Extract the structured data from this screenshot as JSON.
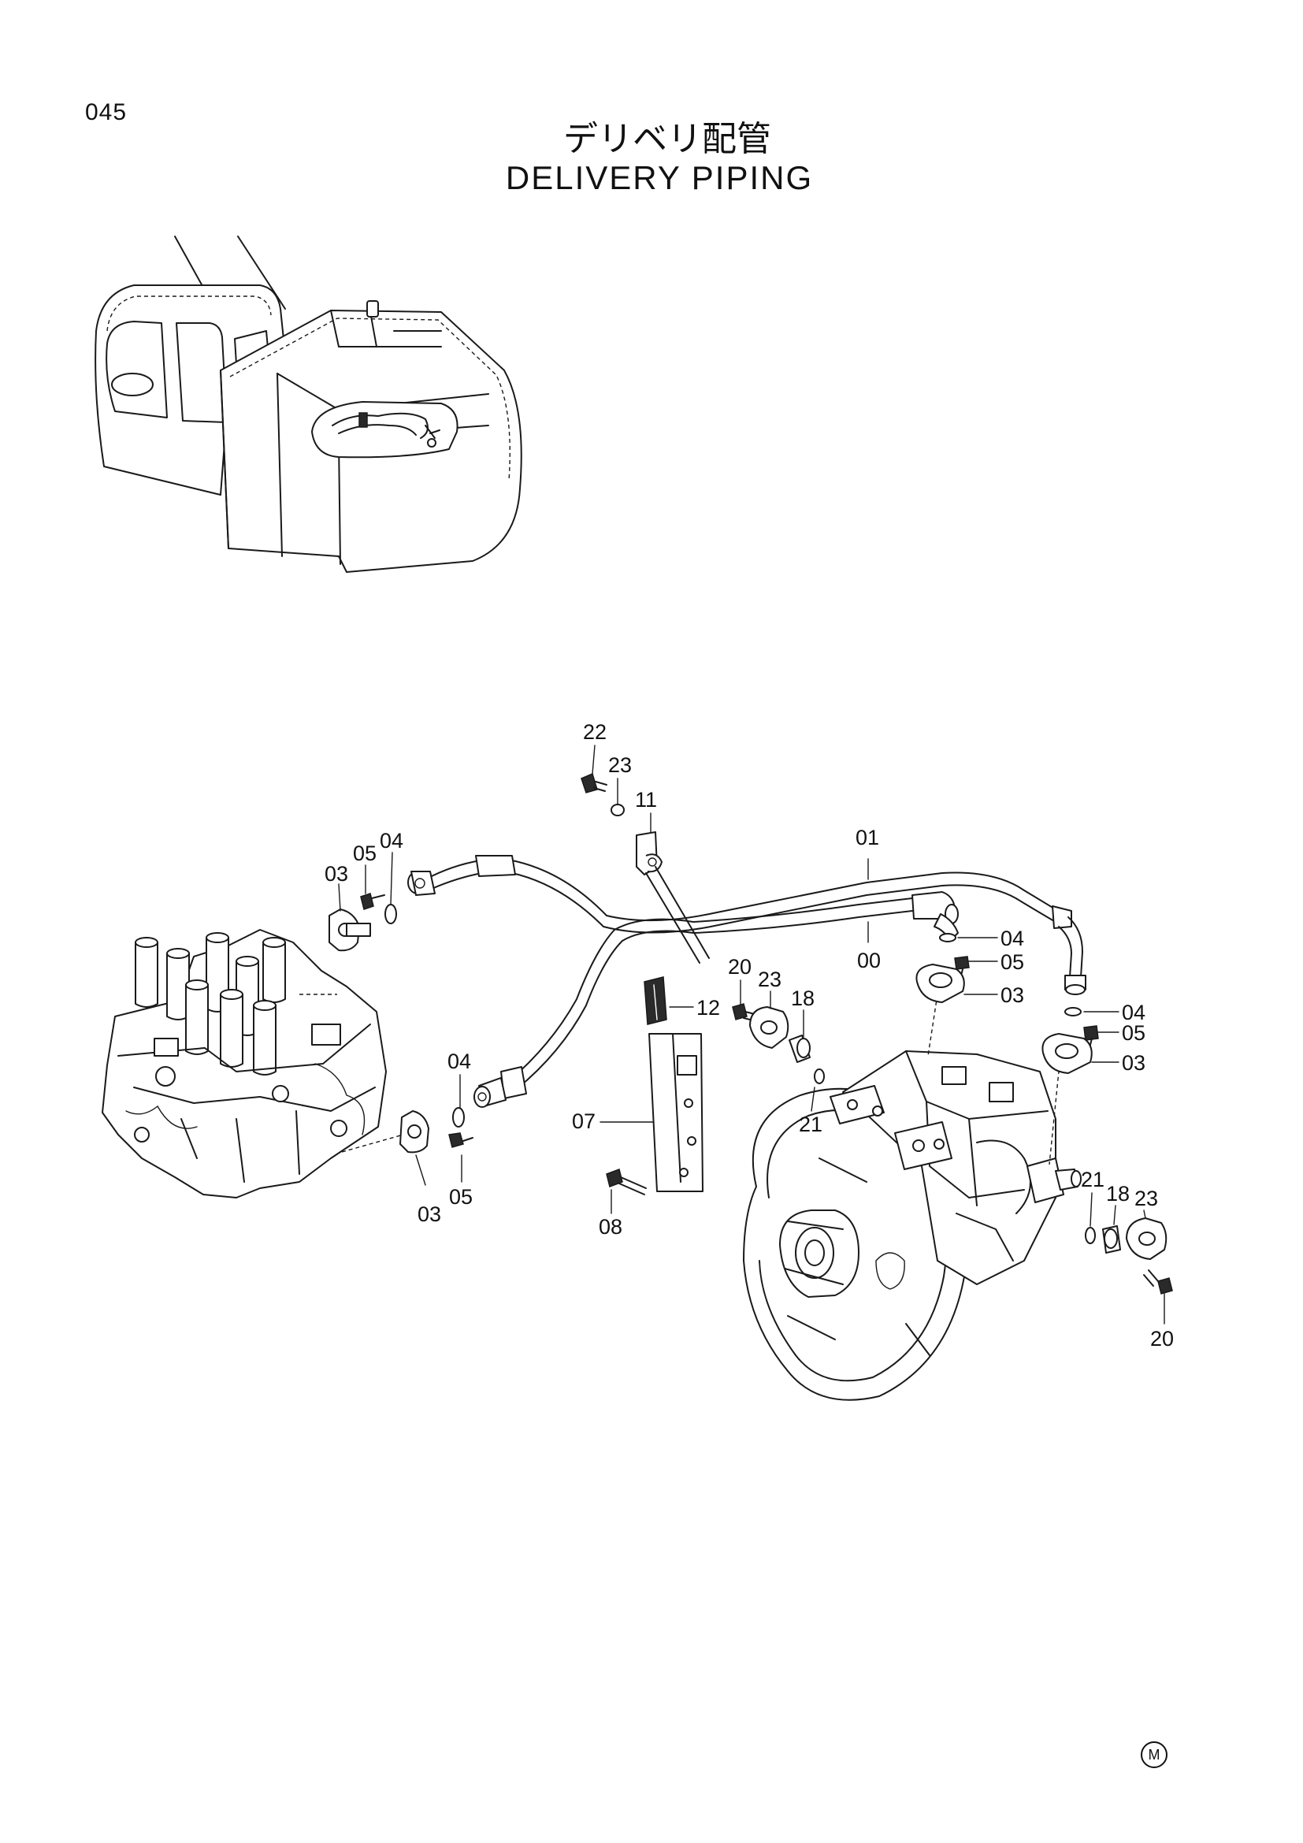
{
  "page_number": "045",
  "title_jp": "デリベリ配管",
  "title_en": "DELIVERY  PIPING",
  "callouts": {
    "c22": "22",
    "c23_top": "23",
    "c11": "11",
    "c01": "01",
    "c00": "00",
    "c03_left_top": "03",
    "c05_left_top": "05",
    "c04_left_top": "04",
    "c04_mid": "04",
    "c05_left_bottom": "05",
    "c03_left_bottom": "03",
    "c12": "12",
    "c07": "07",
    "c08": "08",
    "c20_mid": "20",
    "c23_mid": "23",
    "c18_mid": "18",
    "c21_mid": "21",
    "c04_right_a": "04",
    "c05_right_a": "05",
    "c03_right_a": "03",
    "c04_right_b": "04",
    "c05_right_b": "05",
    "c03_right_b": "03",
    "c21_right": "21",
    "c18_right": "18",
    "c23_right": "23",
    "c20_right": "20"
  },
  "manufacturer_mark": "M"
}
